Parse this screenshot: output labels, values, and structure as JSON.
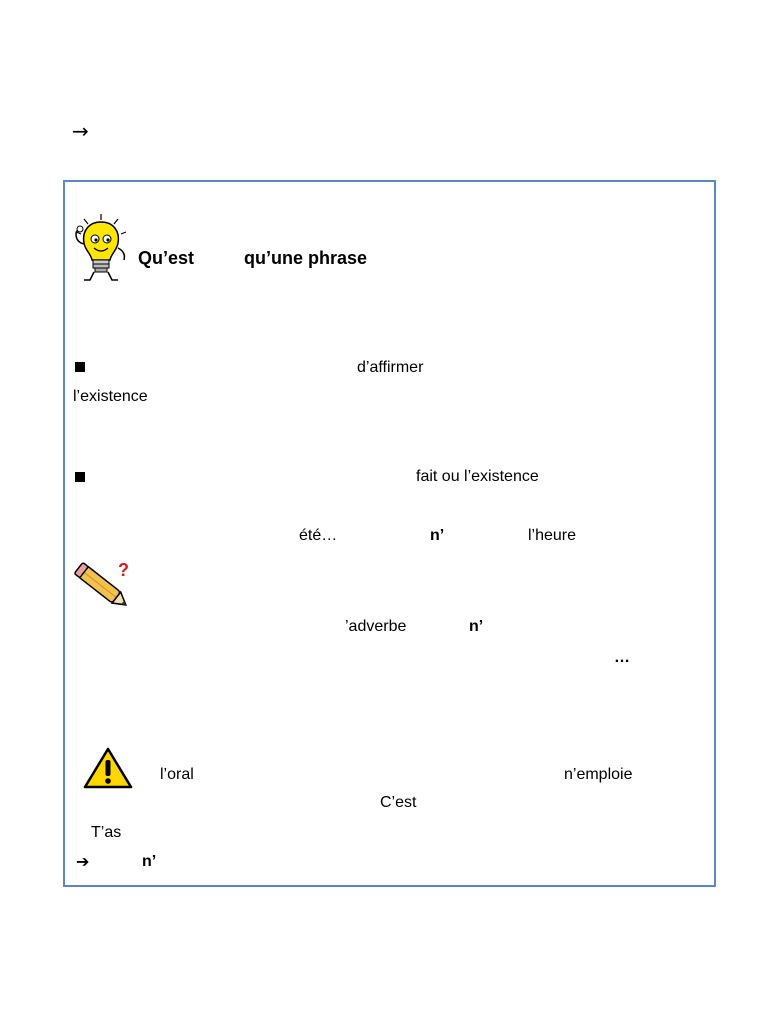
{
  "intro": {
    "arrow": "→"
  },
  "heading": {
    "part1": "Qu’est",
    "part2": "qu’une phrase"
  },
  "section1": {
    "word_affirmer": "d’affirmer",
    "word_existence": "l’existence"
  },
  "section2": {
    "fragment": "fait ou l’existence",
    "word_ete": "été…",
    "word_n": "n’",
    "word_heure": "l’heure"
  },
  "note": {
    "word_adverbe": "’adverbe",
    "word_n": "n’",
    "ellipsis": "…"
  },
  "warning": {
    "word_oral": "l’oral",
    "word_nemploie": "n’emploie",
    "word_cest": "C’est",
    "word_tas": "T’as",
    "arrow": "➔",
    "word_n": "n’"
  },
  "icons": {
    "bulb": "lightbulb-character-icon",
    "pencil": "pencil-question-icon",
    "warning": "warning-icon"
  },
  "colors": {
    "frame_border": "#5b87c5",
    "warning_fill": "#ffd700",
    "bulb_fill": "#ffe600"
  }
}
